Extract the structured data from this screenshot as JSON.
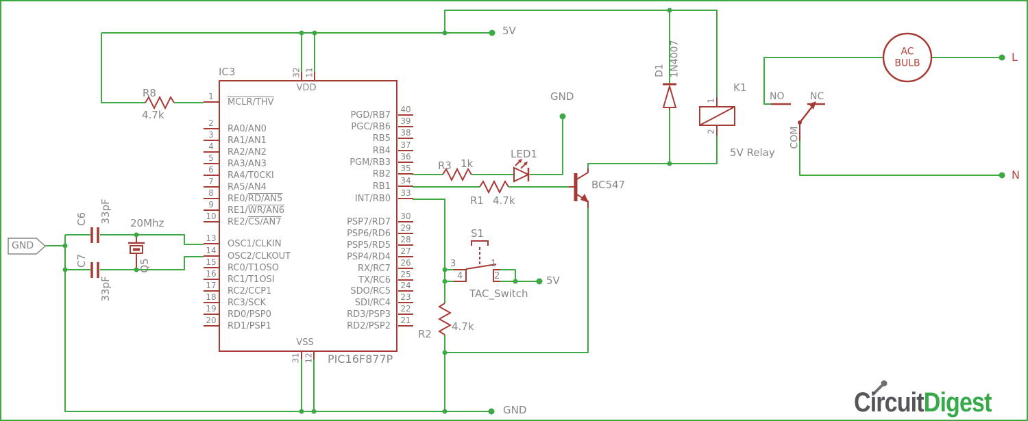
{
  "colors": {
    "wire": "#3EA843",
    "symbol": "#A63A35",
    "text": "#868686",
    "logo_gray": "#55565A",
    "logo_green": "#37A94B"
  },
  "nets": {
    "v5_top": "5V",
    "v5_switch": "5V",
    "gnd_flag": "GND",
    "gnd_led": "GND",
    "gnd_bottom": "GND"
  },
  "ic": {
    "ref": "IC3",
    "part": "PIC16F877P",
    "vdd": "VDD",
    "vss": "VSS",
    "top_pins": [
      "32",
      "11"
    ],
    "bottom_pins": [
      "31",
      "12"
    ],
    "left_pins": [
      {
        "num": "1",
        "plain": "",
        "over": "MCLR/THV"
      },
      {
        "num": "2",
        "plain": "RA0/AN0",
        "over": ""
      },
      {
        "num": "3",
        "plain": "RA1/AN1",
        "over": ""
      },
      {
        "num": "4",
        "plain": "RA2/AN2",
        "over": ""
      },
      {
        "num": "5",
        "plain": "RA3/AN3",
        "over": ""
      },
      {
        "num": "6",
        "plain": "RA4/T0CKI",
        "over": ""
      },
      {
        "num": "7",
        "plain": "RA5/AN4",
        "over": ""
      },
      {
        "num": "8",
        "plain": "RE0/",
        "over": "RD/AN5"
      },
      {
        "num": "9",
        "plain": "RE1/",
        "over": "WR/AN6"
      },
      {
        "num": "10",
        "plain": "RE2/",
        "over": "CS/AN7"
      },
      {
        "num": "13",
        "plain": "OSC1/CLKIN",
        "over": ""
      },
      {
        "num": "14",
        "plain": "OSC2/CLKOUT",
        "over": ""
      },
      {
        "num": "15",
        "plain": "RC0/T1OSO",
        "over": ""
      },
      {
        "num": "16",
        "plain": "RC1/T1OSI",
        "over": ""
      },
      {
        "num": "17",
        "plain": "RC2/CCP1",
        "over": ""
      },
      {
        "num": "18",
        "plain": "RC3/SCK",
        "over": ""
      },
      {
        "num": "19",
        "plain": "RD0/PSP0",
        "over": ""
      },
      {
        "num": "20",
        "plain": "RD1/PSP1",
        "over": ""
      }
    ],
    "right_pins": [
      {
        "num": "40",
        "name": "PGD/RB7"
      },
      {
        "num": "39",
        "name": "PGC/RB6"
      },
      {
        "num": "38",
        "name": "RB5"
      },
      {
        "num": "37",
        "name": "RB4"
      },
      {
        "num": "36",
        "name": "PGM/RB3"
      },
      {
        "num": "35",
        "name": "RB2"
      },
      {
        "num": "34",
        "name": "RB1"
      },
      {
        "num": "33",
        "name": "INT/RB0"
      },
      {
        "num": "30",
        "name": "PSP7/RD7"
      },
      {
        "num": "29",
        "name": "PSP6/RD6"
      },
      {
        "num": "28",
        "name": "PSP5/RD5"
      },
      {
        "num": "27",
        "name": "PSP4/RD4"
      },
      {
        "num": "26",
        "name": "RX/RC7"
      },
      {
        "num": "25",
        "name": "TX/RC6"
      },
      {
        "num": "24",
        "name": "SDO/RC5"
      },
      {
        "num": "23",
        "name": "SDI/RC4"
      },
      {
        "num": "22",
        "name": "RD3/PSP3"
      },
      {
        "num": "21",
        "name": "RD2/PSP2"
      }
    ]
  },
  "components": {
    "r8": {
      "ref": "R8",
      "value": "4.7k"
    },
    "r3": {
      "ref": "R3",
      "value": "1k"
    },
    "r1": {
      "ref": "R1",
      "value": "4.7k"
    },
    "r2": {
      "ref": "R2",
      "value": "4.7k"
    },
    "c6": {
      "ref": "C6",
      "value": "33pF"
    },
    "c7": {
      "ref": "C7",
      "value": "33pF"
    },
    "crystal": {
      "ref": "Q5",
      "value": "20Mhz"
    },
    "led": {
      "ref": "LED1"
    },
    "transistor": {
      "ref": "BC547"
    },
    "diode": {
      "ref": "D1",
      "value": "1N4007"
    },
    "relay": {
      "ref": "K1",
      "value": "5V Relay",
      "pin1": "1",
      "pin2": "2",
      "contacts": {
        "no": "NO",
        "nc": "NC",
        "com": "COM"
      }
    },
    "switch": {
      "ref": "S1",
      "value": "TAC_Switch",
      "pin1": "1",
      "pin2": "2",
      "pin3": "3",
      "pin4": "4"
    }
  },
  "load": {
    "bulb_top": "AC",
    "bulb_bottom": "BULB",
    "live": "L",
    "neutral": "N"
  },
  "logo": {
    "part1": "Circuit",
    "part2": "Digest"
  }
}
